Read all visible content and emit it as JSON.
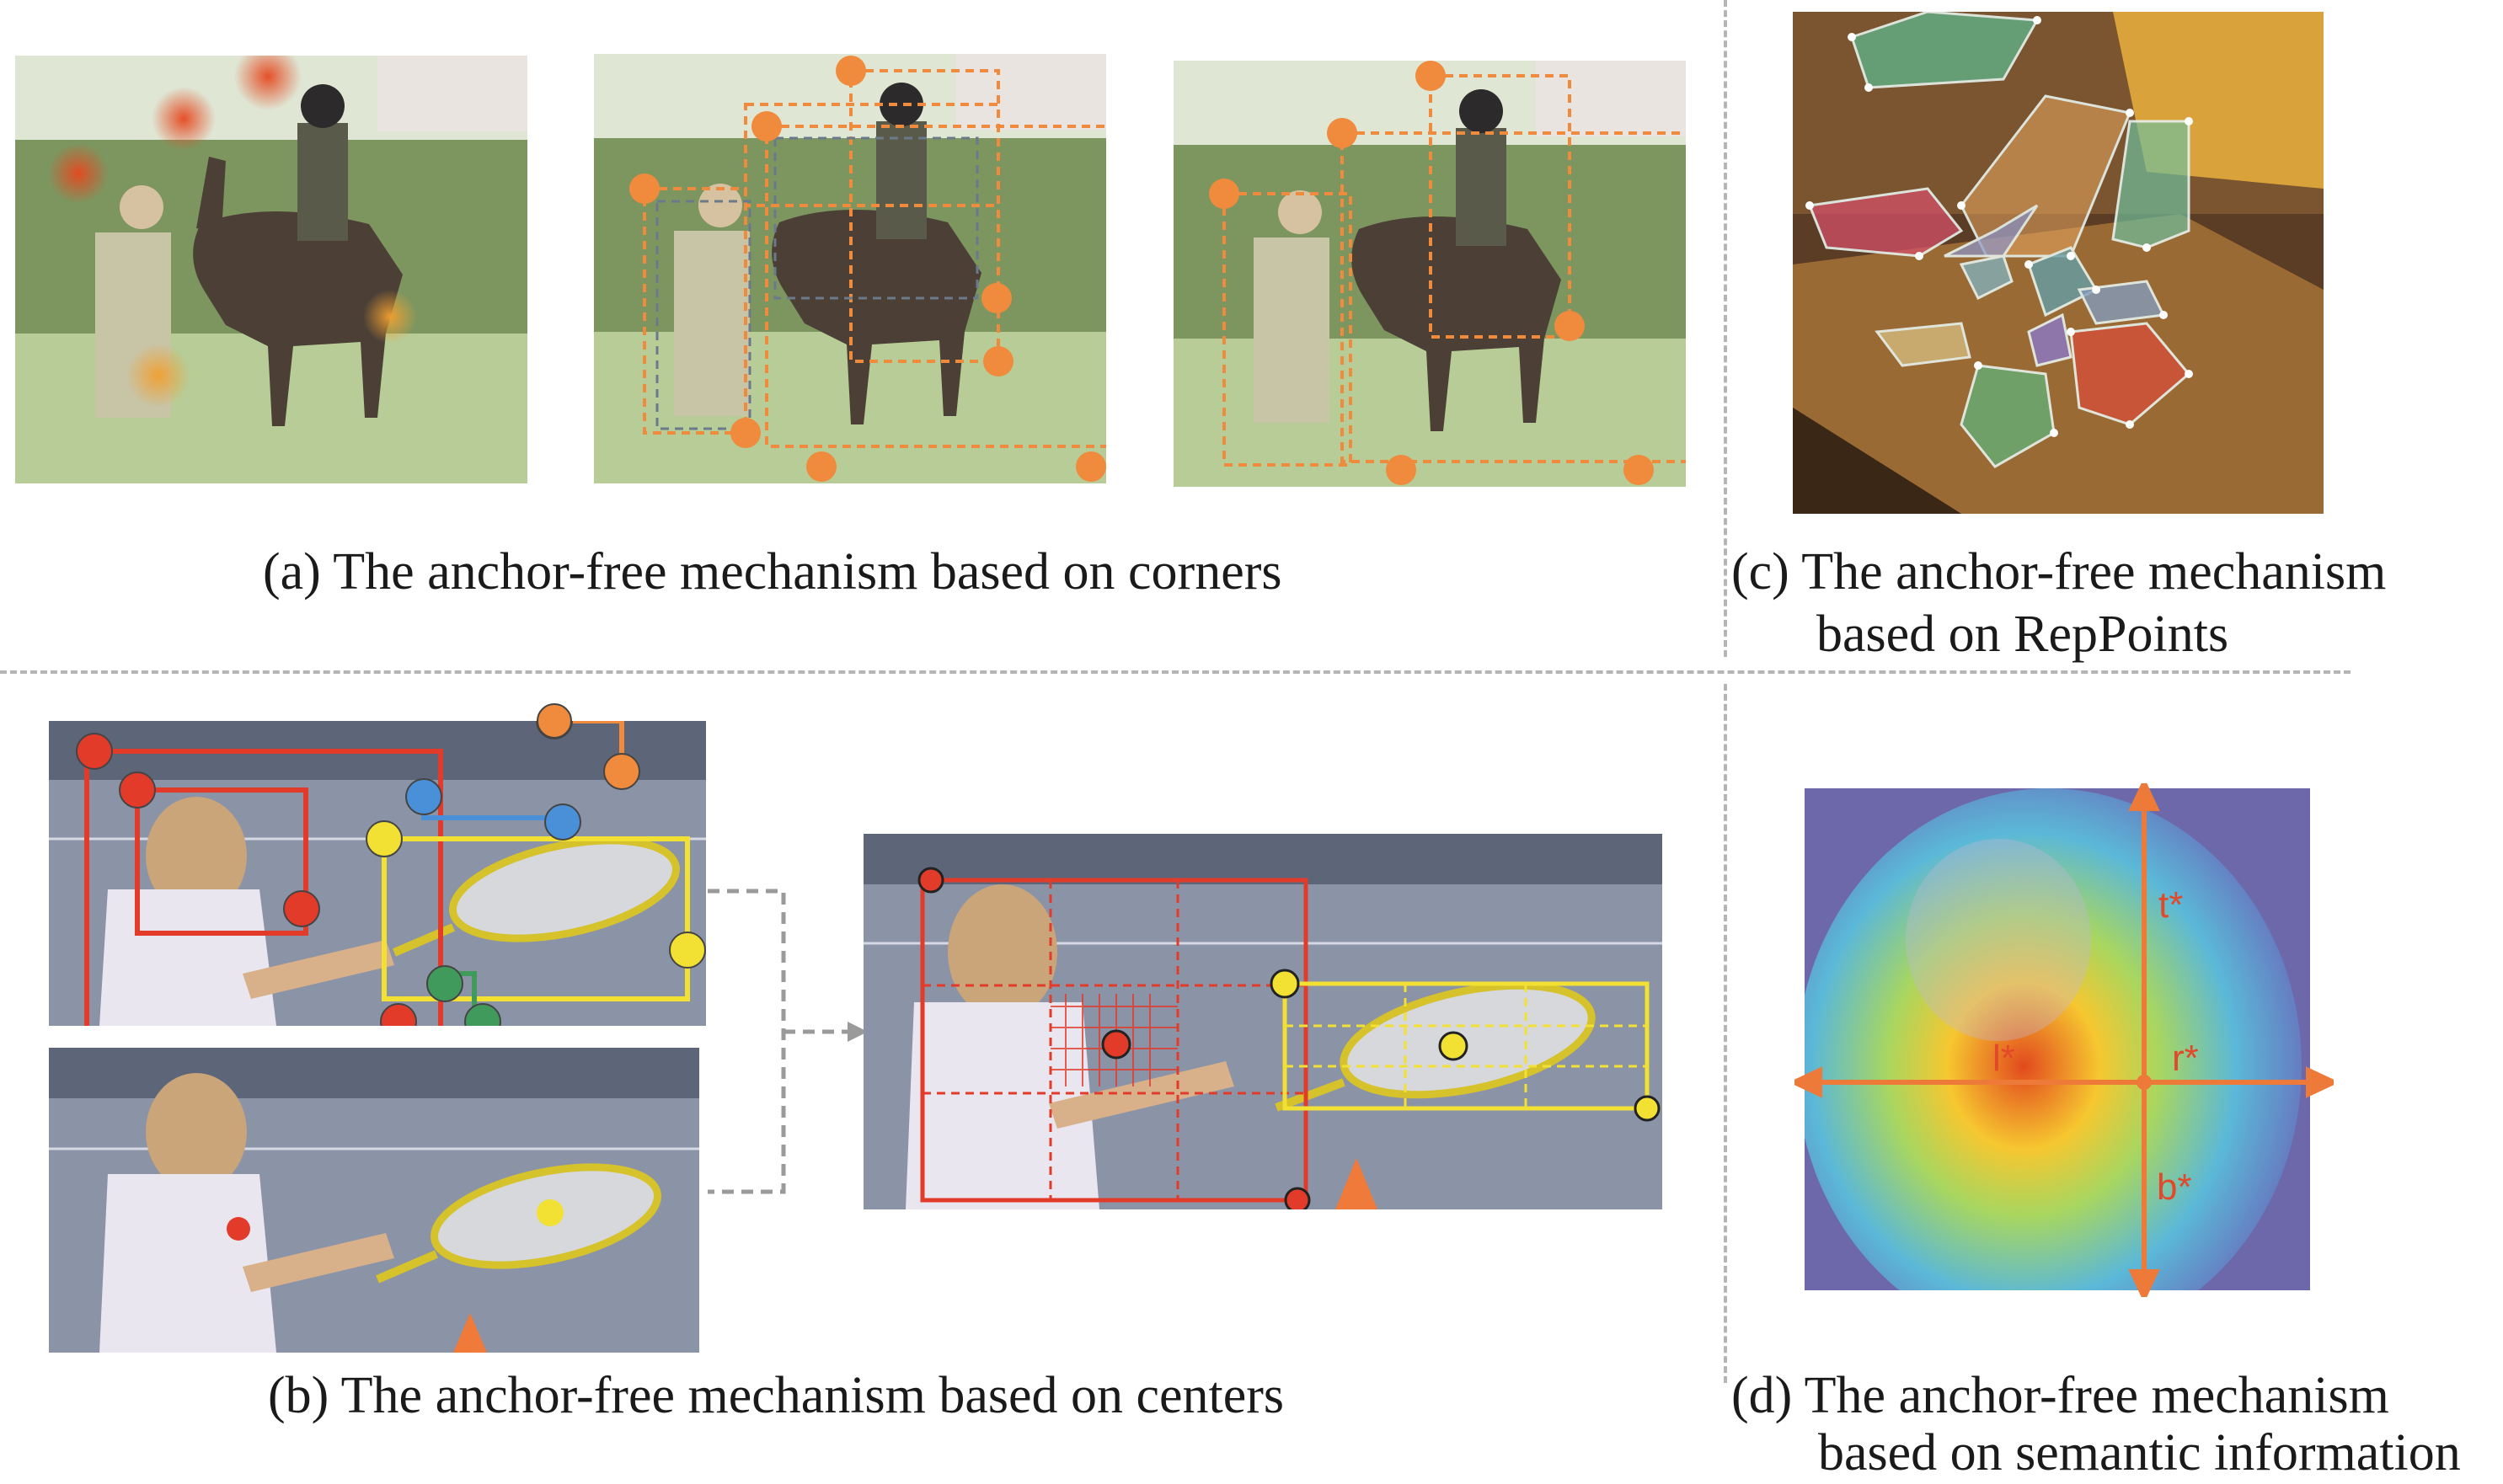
{
  "captions": {
    "a": "(a) The anchor-free mechanism based on corners",
    "b": "(b) The anchor-free mechanism based on centers",
    "c_line1": "(c) The anchor-free mechanism",
    "c_line2": "based on RepPoints",
    "d_line1": "(d) The anchor-free mechanism",
    "d_line2": "based on semantic information"
  },
  "panel_d_labels": {
    "top": "t*",
    "left": "l*",
    "right": "r*",
    "bottom": "b*"
  },
  "colors": {
    "orange": "#f08a3c",
    "red": "#e23b2a",
    "yellow": "#f2e033",
    "blue": "#4a90d9",
    "green": "#3f9a5c",
    "grass": "#9fb77e",
    "hedge": "#5c7a3e",
    "court": "#8790a3"
  }
}
